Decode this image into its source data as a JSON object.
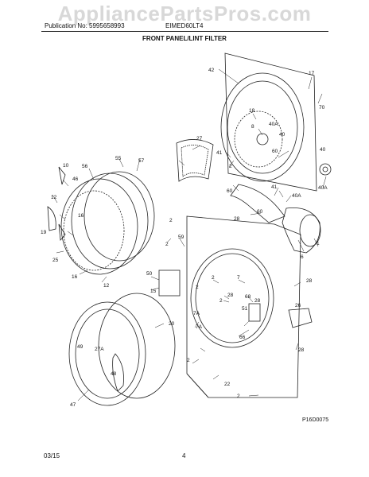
{
  "watermark": "AppliancePartsPros.com",
  "header": {
    "publication": "Publication No: 5995658993",
    "model": "EIMED60LT4",
    "title": "FRONT PANEL/LINT FILTER"
  },
  "diagram_ref": "P16D0075",
  "footer": {
    "date": "03/15",
    "page": "4"
  },
  "labels": [
    "42",
    "17",
    "70",
    "18",
    "8",
    "40A",
    "40",
    "60",
    "40",
    "40A",
    "27",
    "41",
    "2",
    "60",
    "41",
    "40A",
    "60",
    "10",
    "46",
    "56",
    "55",
    "57",
    "12",
    "16",
    "19",
    "25",
    "16",
    "12",
    "2",
    "28",
    "59",
    "1",
    "6",
    "2",
    "50",
    "7",
    "2",
    "2",
    "15",
    "28",
    "68",
    "28",
    "51",
    "7A",
    "2",
    "28",
    "7A",
    "20",
    "26",
    "66",
    "49",
    "27A",
    "48",
    "2",
    "28",
    "22",
    "47",
    "2"
  ]
}
